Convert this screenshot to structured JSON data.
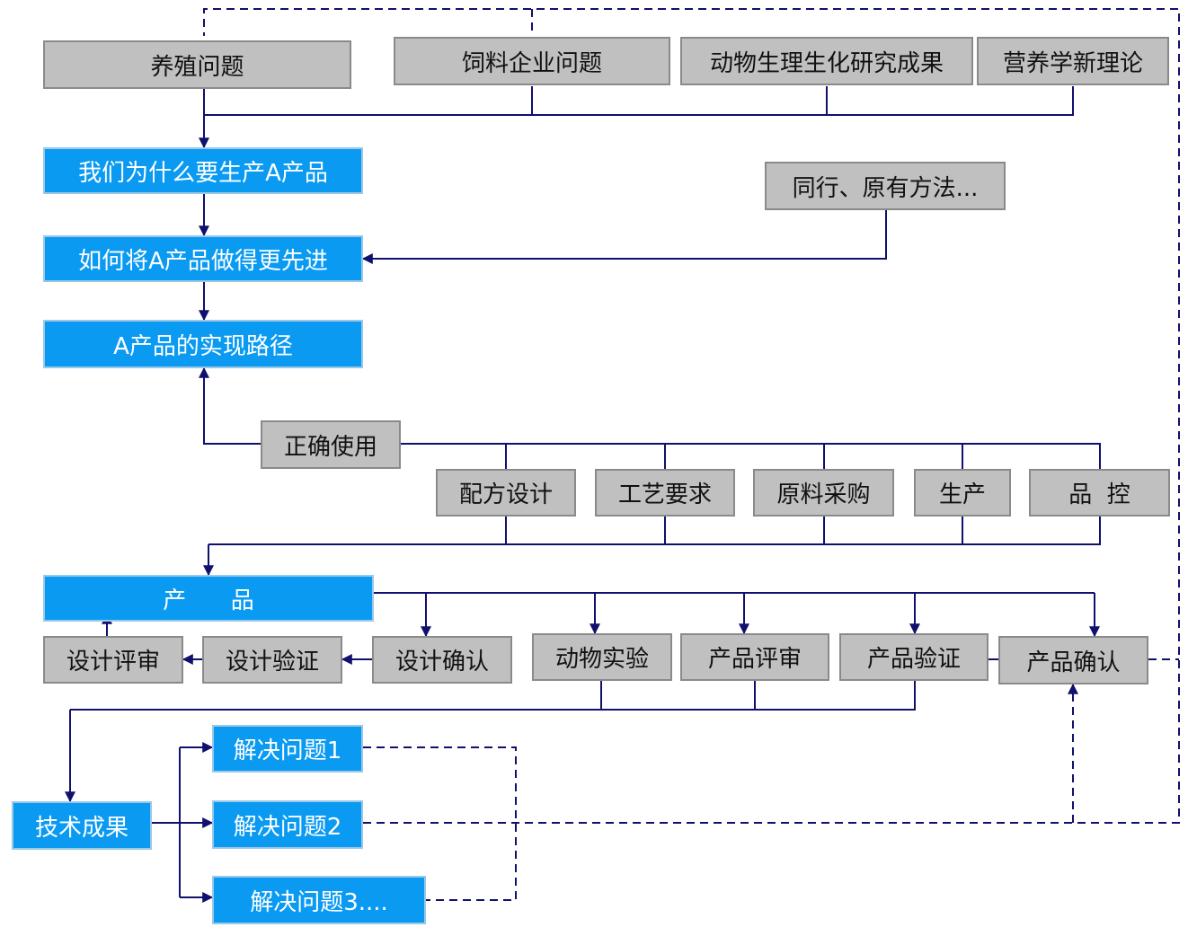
{
  "colors": {
    "gray_box": "#c0c0c0",
    "blue_box": "#0a9af2",
    "connector": "#10106e"
  },
  "nodes": {
    "breeding": "养殖问题",
    "feed_company": "饲料企业问题",
    "animal_research": "动物生理生化研究成果",
    "nutrition": "营养学新理论",
    "why_produce": "我们为什么要生产A产品",
    "peers": "同行、原有方法...",
    "advance": "如何将A产品做得更先进",
    "path": "A产品的实现路径",
    "correct_use": "正确使用",
    "formula": "配方设计",
    "process": "工艺要求",
    "purchase": "原料采购",
    "production": "生产",
    "qc": "品  控",
    "product": "产      品",
    "design_review": "设计评审",
    "design_verify": "设计验证",
    "design_confirm": "设计确认",
    "animal_test": "动物实验",
    "product_review": "产品评审",
    "product_verify": "产品验证",
    "product_confirm": "产品确认",
    "tech_result": "技术成果",
    "solve1": "解决问题1",
    "solve2": "解决问题2",
    "solve3": "解决问题3...."
  }
}
